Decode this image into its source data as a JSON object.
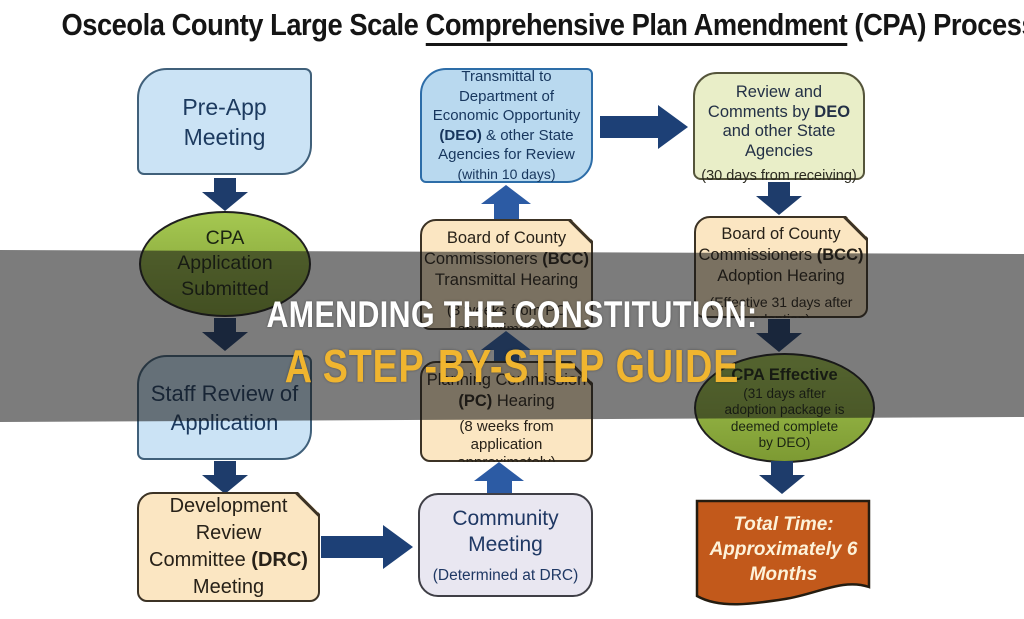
{
  "title": {
    "prefix": "Osceola County Large Scale ",
    "underlined": "Comprehensive Plan Amendment",
    "suffix": " (CPA) Process"
  },
  "overlay": {
    "line1": "AMENDING THE CONSTITUTION:",
    "line2": "A STEP-BY-STEP GUIDE"
  },
  "flow": {
    "pre_app": {
      "line1": "Pre-App",
      "line2": "Meeting"
    },
    "cpa_submitted": {
      "line1": "CPA",
      "line2": "Application",
      "line3": "Submitted"
    },
    "staff_review": {
      "line1": "Staff Review of",
      "line2": "Application"
    },
    "drc": {
      "line1": "Development",
      "line2": "Review",
      "line3_pre": "Committee ",
      "line3_bold": "(DRC)",
      "line4": "Meeting"
    },
    "transmittal": {
      "line1": "Transmittal to",
      "line2": "Department of",
      "line3": "Economic Opportunity",
      "line4_bold": "(DEO)",
      "line4_rest": " & other State",
      "line5": "Agencies for Review",
      "note": "(within 10 days)"
    },
    "bcc_transmittal": {
      "line1": "Board of County",
      "line2_pre": "Commissioners ",
      "line2_bold": "(BCC)",
      "line3": "Transmittal Hearing",
      "note1": "(3 weeks from PC",
      "note2": "approximately)"
    },
    "pc_hearing": {
      "line1": "Planning Commission",
      "line2_bold": "(PC)",
      "line2_rest": " Hearing",
      "note1": "(8 weeks from",
      "note2": "application",
      "note3": "approximately)"
    },
    "community": {
      "line1": "Community",
      "line2": "Meeting",
      "note": "(Determined at DRC)"
    },
    "review_comments": {
      "line1": "Review and",
      "line2_pre": "Comments by ",
      "line2_bold": "DEO",
      "line3": "and other State",
      "line4": "Agencies",
      "note": "(30 days from receiving)"
    },
    "bcc_adoption": {
      "line1": "Board of County",
      "line2_pre": "Commissioners ",
      "line2_bold": "(BCC)",
      "line3": "Adoption Hearing",
      "note1": "(Effective 31 days after",
      "note2": "adoption)"
    },
    "cpa_effective": {
      "line1": "CPA Effective",
      "note1": "(31 days after",
      "note2": "adoption package is",
      "note3": "deemed complete",
      "note4": "by DEO)"
    },
    "total_time": {
      "line1": "Total Time:",
      "line2": "Approximately 6",
      "line3": "Months"
    }
  },
  "colors": {
    "arrow_navy": "#1e3c6b",
    "arrow_bright_blue": "#2c5ba4",
    "arrow_mid_blue": "#1d4076",
    "blue_box_fill": "#cbe3f5",
    "transmittal_fill": "#b9d9ef",
    "tan_fill": "#fbe6c2",
    "green_ellipse_fill": "#9dc247",
    "review_box_fill": "#e9eec8",
    "community_fill": "#e9e7f1",
    "orange_fill": "#c2591b",
    "overlay_background": "rgba(22,22,22,0.56)",
    "overlay_white": "#ffffff",
    "overlay_yellow": "#f0b52f"
  }
}
